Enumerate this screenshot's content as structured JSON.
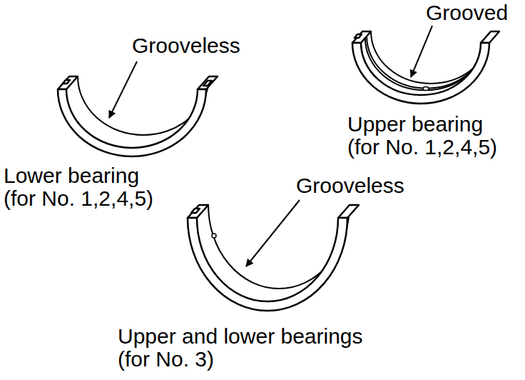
{
  "diagram": {
    "labels": [
      "Grooveless",
      "Grooved",
      "Upper bearing (for No. 1,2,4,5)",
      "Lower bearing (for No. 1,2,4,5)",
      "Grooveless",
      "Upper and lower bearings (for No. 3)"
    ]
  }
}
